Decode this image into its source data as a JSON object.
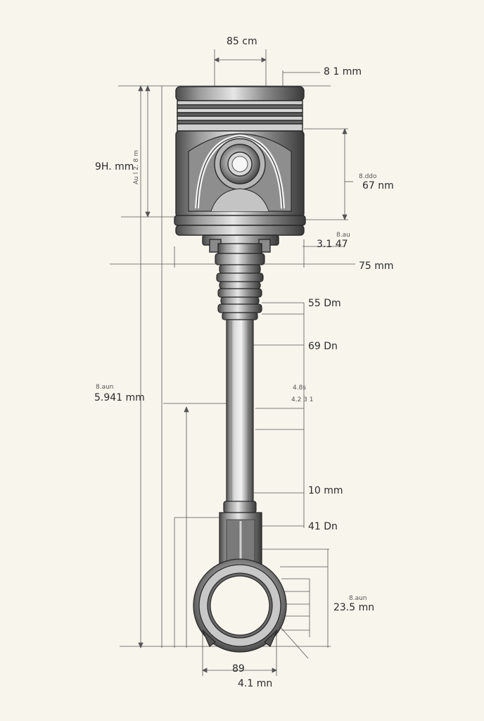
{
  "drawing": {
    "subject": "piston-and-connecting-rod",
    "line_color": "#333333",
    "paper_color": "#f7f5ec",
    "metal_dark": "#3a3a3a",
    "metal_light": "#d4d4d4"
  },
  "labels": {
    "top_width": "85 cm",
    "top_right": "8 1 mm",
    "left_upper": "9H. mm",
    "left_upper_vertical": "Au l 2. 8 m",
    "right_upper_small": "8.ddo",
    "right_upper": "67 nm",
    "mid_right_small": "8.au",
    "mid_right": "3.1 47",
    "right_75": "75 mm",
    "right_55": "55 Dm",
    "right_69": "69 Dn",
    "left_middle_small": "8.aun",
    "left_middle": "5.941 mm",
    "center_small_a": "4.8s",
    "center_small_b": "4.2 3 1",
    "right_10": "10 mm",
    "right_41": "41 Dn",
    "bottom_right_small": "8.aun",
    "bottom_right": "23.5 mn",
    "bottom_89": "89",
    "bottom_41": "4.1 mn"
  }
}
